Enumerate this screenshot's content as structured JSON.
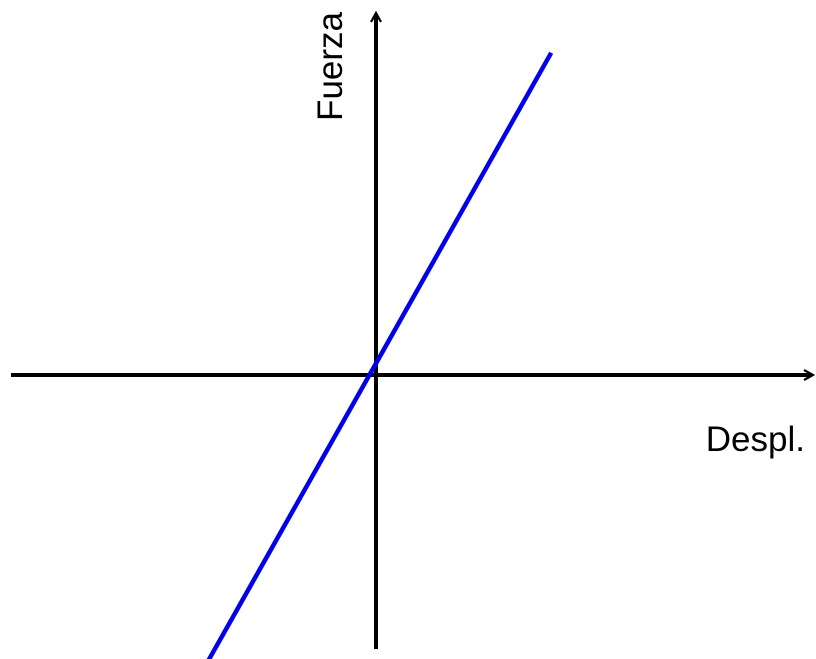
{
  "chart_data": {
    "type": "line",
    "title": "",
    "xlabel": "Despl.",
    "ylabel": "Fuerza",
    "xlim": [
      -1,
      1
    ],
    "ylim": [
      -1,
      1
    ],
    "grid": false,
    "legend": "none",
    "series": [
      {
        "x": [
          -0.46,
          0.48
        ],
        "y": [
          -0.79,
          0.89
        ],
        "color": "#0000ee"
      }
    ],
    "axis_color": "#000000"
  }
}
